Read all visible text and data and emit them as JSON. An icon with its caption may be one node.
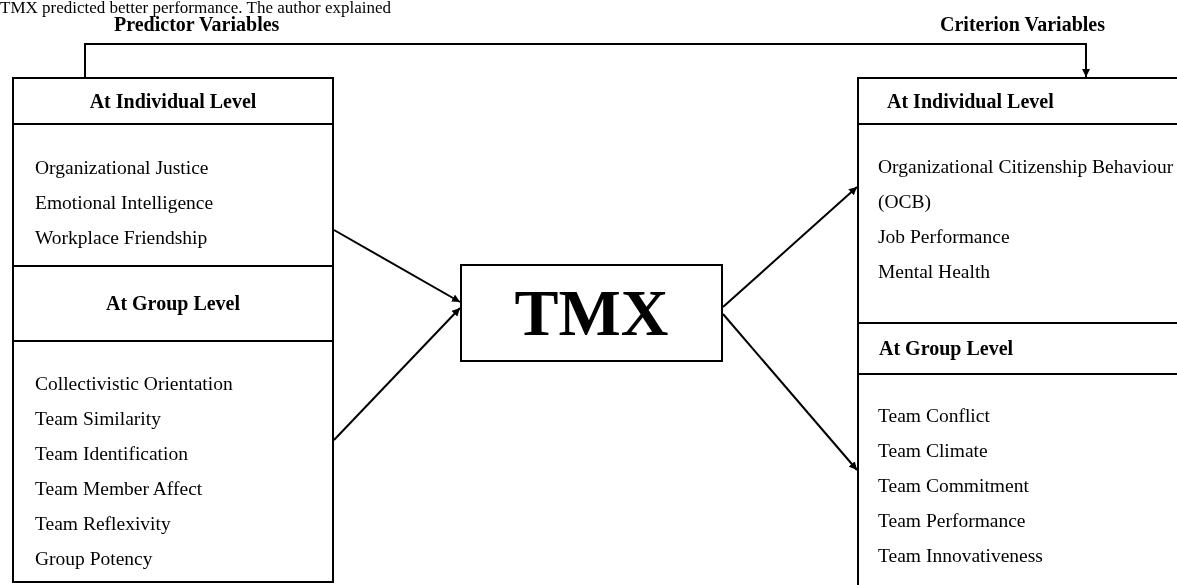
{
  "diagram": {
    "nodes": [
      {
        "text": [
          "At Individual Level",
          "Organizational Justice",
          "Emotional Intelligence",
          "Workplace Friendship"
        ]
      },
      {
        "text": [
          "At Group Level",
          "Collectivistic Orientation",
          "Team Similarity",
          "Team Identification",
          "Team Member Affect",
          "Team Reflexivity",
          "Group Potency"
        ]
      },
      {
        "text": [
          "TMX"
        ]
      },
      {
        "text": [
          "At Individual Level",
          "Organizational Citizenship Behaviour (OCB)",
          "Job Performance",
          "Mental Health"
        ]
      },
      {
        "text": [
          "At Group Level",
          "Team Conflict",
          "Team Climate",
          "Team Commitment",
          "Team Performance",
          "Team Innovativeness"
        ]
      }
    ],
    "edges": [
      {
        "from": 0,
        "to": 2,
        "arrow": "to"
      },
      {
        "from": 1,
        "to": 2,
        "arrow": "to"
      },
      {
        "from": 2,
        "to": 3,
        "arrow": "to"
      },
      {
        "from": 2,
        "to": 4,
        "arrow": "to"
      },
      {
        "from": 0,
        "to": 3,
        "arrow": "to"
      }
    ],
    "labels": [
      "TMX predicted better performance. The author explained",
      "Predictor Variables",
      "Criterion Variables"
    ]
  }
}
